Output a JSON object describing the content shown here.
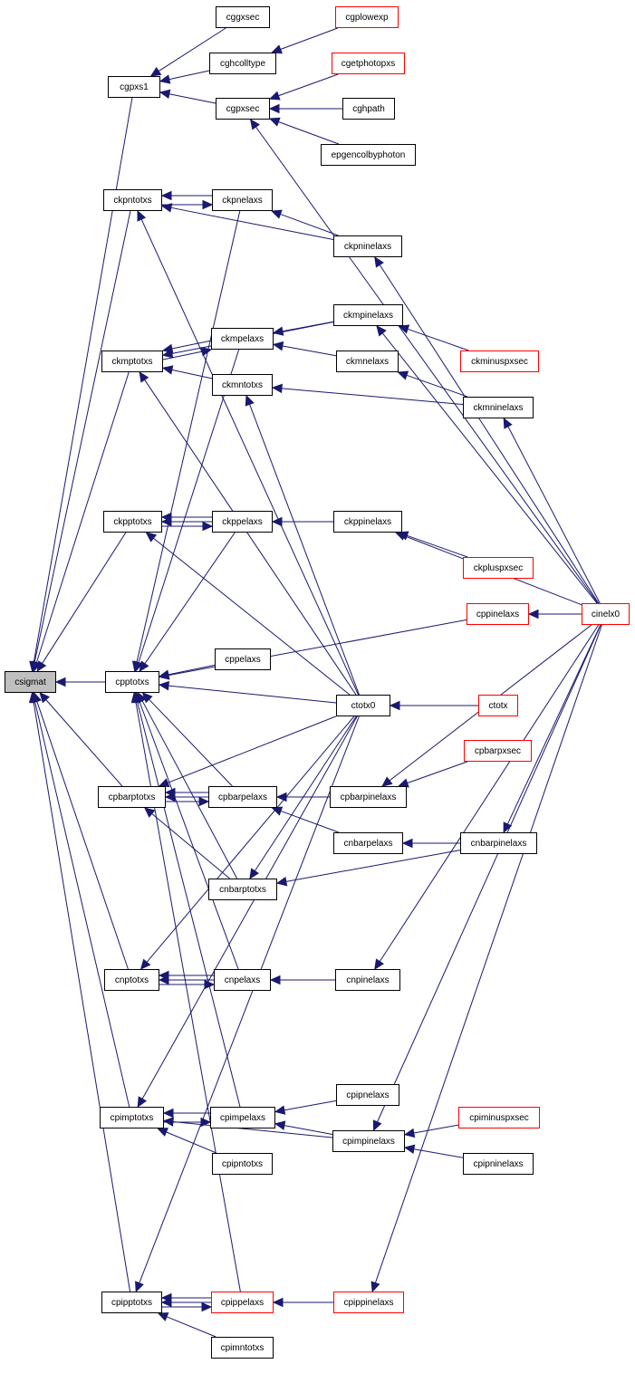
{
  "graph": {
    "edge_color": "#191970",
    "root_fill": "#bfbfbf",
    "border_black": "#000000",
    "border_red": "#ff0000",
    "nodes": {
      "csigmat": {
        "label": "csigmat",
        "border": "black"
      },
      "cgpxs1": {
        "label": "cgpxs1",
        "border": "black"
      },
      "cggxsec": {
        "label": "cggxsec",
        "border": "black"
      },
      "cgplowexp": {
        "label": "cgplowexp",
        "border": "red"
      },
      "cghcolltype": {
        "label": "cghcolltype",
        "border": "black"
      },
      "cgetphotopxs": {
        "label": "cgetphotopxs",
        "border": "red"
      },
      "cgpxsec": {
        "label": "cgpxsec",
        "border": "black"
      },
      "cghpath": {
        "label": "cghpath",
        "border": "black"
      },
      "epgencolbyphoton": {
        "label": "epgencolbyphoton",
        "border": "black"
      },
      "ckpntotxs": {
        "label": "ckpntotxs",
        "border": "black"
      },
      "ckpnelaxs": {
        "label": "ckpnelaxs",
        "border": "black"
      },
      "ckpninelaxs": {
        "label": "ckpninelaxs",
        "border": "black"
      },
      "ckmpinelaxs": {
        "label": "ckmpinelaxs",
        "border": "black"
      },
      "ckmptotxs": {
        "label": "ckmptotxs",
        "border": "black"
      },
      "ckmpelaxs": {
        "label": "ckmpelaxs",
        "border": "black"
      },
      "ckmnelaxs": {
        "label": "ckmnelaxs",
        "border": "black"
      },
      "ckminuspxsec": {
        "label": "ckminuspxsec",
        "border": "red"
      },
      "ckmntotxs": {
        "label": "ckmntotxs",
        "border": "black"
      },
      "ckmninelaxs": {
        "label": "ckmninelaxs",
        "border": "black"
      },
      "ckpptotxs": {
        "label": "ckpptotxs",
        "border": "black"
      },
      "ckppelaxs": {
        "label": "ckppelaxs",
        "border": "black"
      },
      "ckppinelaxs": {
        "label": "ckppinelaxs",
        "border": "black"
      },
      "ckpluspxsec": {
        "label": "ckpluspxsec",
        "border": "red"
      },
      "cppinelaxs": {
        "label": "cppinelaxs",
        "border": "red"
      },
      "cinelx0": {
        "label": "cinelx0",
        "border": "red"
      },
      "cpptotxs": {
        "label": "cpptotxs",
        "border": "black"
      },
      "cppelaxs": {
        "label": "cppelaxs",
        "border": "black"
      },
      "ctotx0": {
        "label": "ctotx0",
        "border": "black"
      },
      "ctotx": {
        "label": "ctotx",
        "border": "red"
      },
      "cpbarpxsec": {
        "label": "cpbarpxsec",
        "border": "red"
      },
      "cpbarptotxs": {
        "label": "cpbarptotxs",
        "border": "black"
      },
      "cpbarpelaxs": {
        "label": "cpbarpelaxs",
        "border": "black"
      },
      "cpbarpinelaxs": {
        "label": "cpbarpinelaxs",
        "border": "black"
      },
      "cnbarpelaxs": {
        "label": "cnbarpelaxs",
        "border": "black"
      },
      "cnbarpinelaxs": {
        "label": "cnbarpinelaxs",
        "border": "black"
      },
      "cnbarptotxs": {
        "label": "cnbarptotxs",
        "border": "black"
      },
      "cnptotxs": {
        "label": "cnptotxs",
        "border": "black"
      },
      "cnpelaxs": {
        "label": "cnpelaxs",
        "border": "black"
      },
      "cnpinelaxs": {
        "label": "cnpinelaxs",
        "border": "black"
      },
      "cpipnelaxs": {
        "label": "cpipnelaxs",
        "border": "black"
      },
      "cpimptotxs": {
        "label": "cpimptotxs",
        "border": "black"
      },
      "cpimpelaxs": {
        "label": "cpimpelaxs",
        "border": "black"
      },
      "cpiminuspxsec": {
        "label": "cpiminuspxsec",
        "border": "red"
      },
      "cpimpinelaxs": {
        "label": "cpimpinelaxs",
        "border": "black"
      },
      "cpipntotxs": {
        "label": "cpipntotxs",
        "border": "black"
      },
      "cpipninelaxs": {
        "label": "cpipninelaxs",
        "border": "black"
      },
      "cpipptotxs": {
        "label": "cpipptotxs",
        "border": "black"
      },
      "cpippelaxs": {
        "label": "cpippelaxs",
        "border": "red"
      },
      "cpippinelaxs": {
        "label": "cpippinelaxs",
        "border": "red"
      },
      "cpimntotxs": {
        "label": "cpimntotxs",
        "border": "black"
      }
    },
    "edges": [
      {
        "from": "cgpxs1",
        "to": "csigmat"
      },
      {
        "from": "ckpntotxs",
        "to": "csigmat"
      },
      {
        "from": "ckmptotxs",
        "to": "csigmat"
      },
      {
        "from": "ckpptotxs",
        "to": "csigmat"
      },
      {
        "from": "cpptotxs",
        "to": "csigmat"
      },
      {
        "from": "cpbarptotxs",
        "to": "csigmat"
      },
      {
        "from": "cnptotxs",
        "to": "csigmat"
      },
      {
        "from": "cpimptotxs",
        "to": "csigmat"
      },
      {
        "from": "cpipptotxs",
        "to": "csigmat"
      },
      {
        "from": "cggxsec",
        "to": "cgpxs1"
      },
      {
        "from": "cghcolltype",
        "to": "cgpxs1"
      },
      {
        "from": "cgpxsec",
        "to": "cgpxs1"
      },
      {
        "from": "cgplowexp",
        "to": "cghcolltype"
      },
      {
        "from": "cgetphotopxs",
        "to": "cgpxsec"
      },
      {
        "from": "cghpath",
        "to": "cgpxsec"
      },
      {
        "from": "epgencolbyphoton",
        "to": "cgpxsec"
      },
      {
        "from": "cinelx0",
        "to": "cgpxsec"
      },
      {
        "from": "ckpnelaxs",
        "to": "ckpntotxs"
      },
      {
        "from": "ckpntotxs",
        "to": "ckpnelaxs"
      },
      {
        "from": "ckpninelaxs",
        "to": "ckpntotxs"
      },
      {
        "from": "ckpninelaxs",
        "to": "ckpnelaxs"
      },
      {
        "from": "ctotx0",
        "to": "ckpntotxs"
      },
      {
        "from": "cinelx0",
        "to": "ckpninelaxs"
      },
      {
        "from": "ckmpelaxs",
        "to": "ckmptotxs"
      },
      {
        "from": "ckmptotxs",
        "to": "ckmpelaxs"
      },
      {
        "from": "ckmpinelaxs",
        "to": "ckmptotxs"
      },
      {
        "from": "ckmntotxs",
        "to": "ckmptotxs"
      },
      {
        "from": "ctotx0",
        "to": "ckmptotxs"
      },
      {
        "from": "ckmpinelaxs",
        "to": "ckmpelaxs"
      },
      {
        "from": "ckmnelaxs",
        "to": "ckmpelaxs"
      },
      {
        "from": "ckminuspxsec",
        "to": "ckmpinelaxs"
      },
      {
        "from": "cinelx0",
        "to": "ckmpinelaxs"
      },
      {
        "from": "ckmninelaxs",
        "to": "ckmnelaxs"
      },
      {
        "from": "ckmninelaxs",
        "to": "ckmntotxs"
      },
      {
        "from": "ctotx0",
        "to": "ckmntotxs"
      },
      {
        "from": "cinelx0",
        "to": "ckmninelaxs"
      },
      {
        "from": "ckppelaxs",
        "to": "ckpptotxs"
      },
      {
        "from": "ckpptotxs",
        "to": "ckppelaxs"
      },
      {
        "from": "ckppinelaxs",
        "to": "ckpptotxs"
      },
      {
        "from": "ckppinelaxs",
        "to": "ckppelaxs"
      },
      {
        "from": "ctotx0",
        "to": "ckpptotxs"
      },
      {
        "from": "ckpluspxsec",
        "to": "ckppinelaxs"
      },
      {
        "from": "cinelx0",
        "to": "ckppinelaxs"
      },
      {
        "from": "cinelx0",
        "to": "cppinelaxs"
      },
      {
        "from": "cppelaxs",
        "to": "cpptotxs"
      },
      {
        "from": "cppinelaxs",
        "to": "cpptotxs"
      },
      {
        "from": "ctotx0",
        "to": "cpptotxs"
      },
      {
        "from": "cpbarpelaxs",
        "to": "cpptotxs"
      },
      {
        "from": "cnbarptotxs",
        "to": "cpptotxs"
      },
      {
        "from": "cnpelaxs",
        "to": "cpptotxs"
      },
      {
        "from": "cpimpelaxs",
        "to": "cpptotxs"
      },
      {
        "from": "cpippelaxs",
        "to": "cpptotxs"
      },
      {
        "from": "ckpnelaxs",
        "to": "cpptotxs"
      },
      {
        "from": "ckmpelaxs",
        "to": "cpptotxs"
      },
      {
        "from": "ckppelaxs",
        "to": "cpptotxs"
      },
      {
        "from": "ctotx",
        "to": "ctotx0"
      },
      {
        "from": "cpbarpelaxs",
        "to": "cpbarptotxs"
      },
      {
        "from": "cpbarptotxs",
        "to": "cpbarpelaxs"
      },
      {
        "from": "cpbarpinelaxs",
        "to": "cpbarptotxs"
      },
      {
        "from": "cpbarpinelaxs",
        "to": "cpbarpelaxs"
      },
      {
        "from": "cnbarptotxs",
        "to": "cpbarptotxs"
      },
      {
        "from": "ctotx0",
        "to": "cpbarptotxs"
      },
      {
        "from": "cpbarpxsec",
        "to": "cpbarpinelaxs"
      },
      {
        "from": "cinelx0",
        "to": "cpbarpinelaxs"
      },
      {
        "from": "cnbarpelaxs",
        "to": "cpbarpelaxs"
      },
      {
        "from": "cnbarpinelaxs",
        "to": "cnbarpelaxs"
      },
      {
        "from": "cnbarpinelaxs",
        "to": "cnbarptotxs"
      },
      {
        "from": "cinelx0",
        "to": "cnbarpinelaxs"
      },
      {
        "from": "ctotx0",
        "to": "cnbarptotxs"
      },
      {
        "from": "cnpelaxs",
        "to": "cnptotxs"
      },
      {
        "from": "cnptotxs",
        "to": "cnpelaxs"
      },
      {
        "from": "cnpinelaxs",
        "to": "cnptotxs"
      },
      {
        "from": "cnpinelaxs",
        "to": "cnpelaxs"
      },
      {
        "from": "ctotx0",
        "to": "cnptotxs"
      },
      {
        "from": "cinelx0",
        "to": "cnpinelaxs"
      },
      {
        "from": "cpimpelaxs",
        "to": "cpimptotxs"
      },
      {
        "from": "cpimptotxs",
        "to": "cpimpelaxs"
      },
      {
        "from": "cpipntotxs",
        "to": "cpimptotxs"
      },
      {
        "from": "cpimpinelaxs",
        "to": "cpimptotxs"
      },
      {
        "from": "ctotx0",
        "to": "cpimptotxs"
      },
      {
        "from": "cpipnelaxs",
        "to": "cpimpelaxs"
      },
      {
        "from": "cpimpinelaxs",
        "to": "cpimpelaxs"
      },
      {
        "from": "cpiminuspxsec",
        "to": "cpimpinelaxs"
      },
      {
        "from": "cpipninelaxs",
        "to": "cpimpinelaxs"
      },
      {
        "from": "cinelx0",
        "to": "cpimpinelaxs"
      },
      {
        "from": "cpippelaxs",
        "to": "cpipptotxs"
      },
      {
        "from": "cpipptotxs",
        "to": "cpippelaxs"
      },
      {
        "from": "cpimntotxs",
        "to": "cpipptotxs"
      },
      {
        "from": "cpippinelaxs",
        "to": "cpipptotxs"
      },
      {
        "from": "ctotx0",
        "to": "cpipptotxs"
      },
      {
        "from": "cpippinelaxs",
        "to": "cpippelaxs"
      },
      {
        "from": "cinelx0",
        "to": "cpippinelaxs"
      }
    ]
  }
}
